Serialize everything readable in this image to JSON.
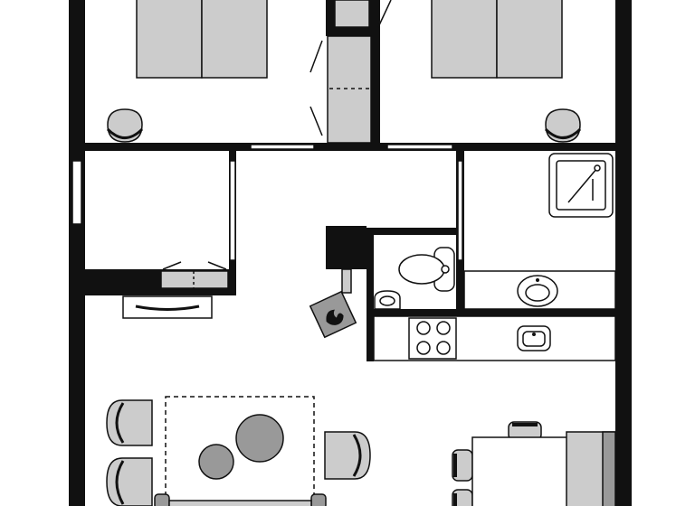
{
  "plan": {
    "wall_color": "#111111",
    "furniture_fill": "#cccccc",
    "furniture_dark": "#999999",
    "background": "#ffffff",
    "rooms": [
      {
        "id": "bedroom-left"
      },
      {
        "id": "bedroom-right"
      },
      {
        "id": "wardrobe-room"
      },
      {
        "id": "hallway"
      },
      {
        "id": "bathroom"
      },
      {
        "id": "toilet-room"
      },
      {
        "id": "kitchen"
      },
      {
        "id": "living-room"
      }
    ],
    "fixtures": [
      {
        "id": "bed-left",
        "icon": "bed-icon"
      },
      {
        "id": "bed-right",
        "icon": "bed-icon"
      },
      {
        "id": "nightstand-chair-left",
        "icon": "chair-icon"
      },
      {
        "id": "nightstand-chair-right",
        "icon": "chair-icon"
      },
      {
        "id": "shower",
        "icon": "shower-icon"
      },
      {
        "id": "toilet",
        "icon": "toilet-icon"
      },
      {
        "id": "bathroom-sink",
        "icon": "sink-icon"
      },
      {
        "id": "toilet-sink",
        "icon": "sink-icon"
      },
      {
        "id": "kitchen-sink",
        "icon": "sink-icon"
      },
      {
        "id": "cooktop",
        "icon": "stove-icon"
      },
      {
        "id": "fireplace",
        "icon": "fireplace-icon"
      },
      {
        "id": "radiator",
        "icon": "radiator-icon"
      },
      {
        "id": "coffee-table",
        "icon": "table-icon"
      },
      {
        "id": "lounge-chairs",
        "icon": "armchair-icon"
      },
      {
        "id": "dining-table",
        "icon": "table-icon"
      },
      {
        "id": "sofa",
        "icon": "sofa-icon"
      }
    ]
  }
}
